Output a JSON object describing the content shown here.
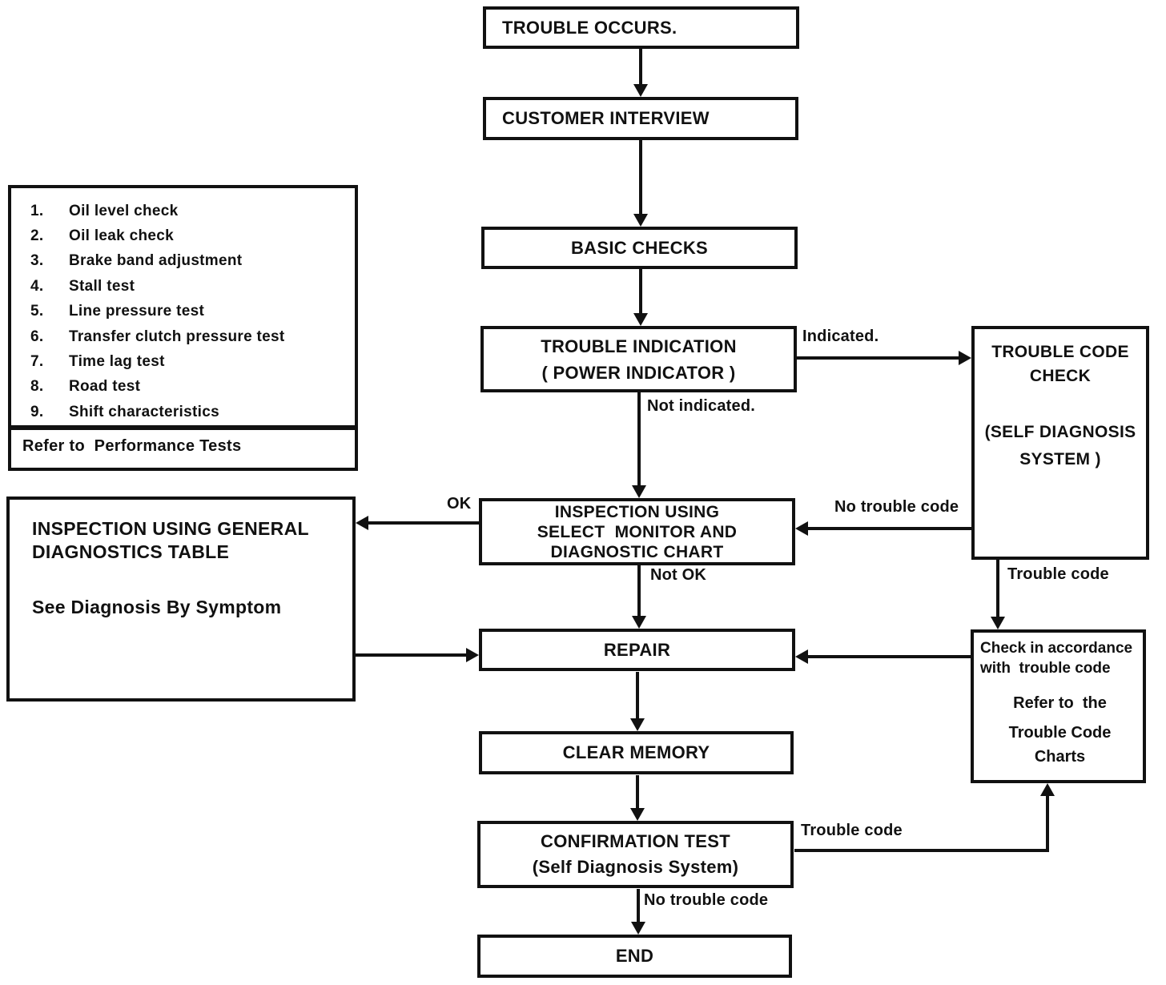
{
  "nodes": {
    "trouble_occurs": "TROUBLE OCCURS.",
    "customer_interview": "CUSTOMER INTERVIEW",
    "basic_checks": "BASIC CHECKS",
    "trouble_indication": [
      "TROUBLE INDICATION",
      "( POWER INDICATOR )"
    ],
    "inspection_select": [
      "INSPECTION USING",
      "SELECT  MONITOR AND",
      "DIAGNOSTIC CHART"
    ],
    "repair": "REPAIR",
    "clear_memory": "CLEAR MEMORY",
    "confirmation_test": [
      "CONFIRMATION TEST",
      "(Self Diagnosis System)"
    ],
    "end": "END",
    "general_diagnostics": [
      "INSPECTION USING GENERAL",
      "DIAGNOSTICS TABLE",
      "See Diagnosis By Symptom"
    ],
    "trouble_code_check": [
      "TROUBLE CODE",
      "CHECK",
      "(SELF DIAGNOSIS",
      "SYSTEM )"
    ],
    "trouble_code_charts": [
      "Check in accordance",
      "with  trouble code",
      "Refer to  the",
      "Trouble Code",
      "Charts"
    ]
  },
  "performance_box": {
    "items": [
      {
        "num": "1.",
        "text": "Oil level check"
      },
      {
        "num": "2.",
        "text": "Oil leak check"
      },
      {
        "num": "3.",
        "text": "Brake band adjustment"
      },
      {
        "num": "4.",
        "text": "Stall test"
      },
      {
        "num": "5.",
        "text": "Line pressure test"
      },
      {
        "num": "6.",
        "text": "Transfer clutch pressure test"
      },
      {
        "num": "7.",
        "text": "Time lag test"
      },
      {
        "num": "8.",
        "text": "Road test"
      },
      {
        "num": "9.",
        "text": "Shift characteristics"
      }
    ],
    "footer": "Refer to  Performance Tests"
  },
  "edge_labels": {
    "indicated": "Indicated.",
    "not_indicated": "Not indicated.",
    "no_trouble_code": "No trouble code",
    "trouble_code_right": "Trouble code",
    "ok": "OK",
    "not_ok": "Not OK",
    "no_trouble_code_bottom": "No trouble code",
    "trouble_code_bottom": "Trouble code"
  },
  "colors": {
    "ink": "#111111",
    "background": "#ffffff"
  }
}
